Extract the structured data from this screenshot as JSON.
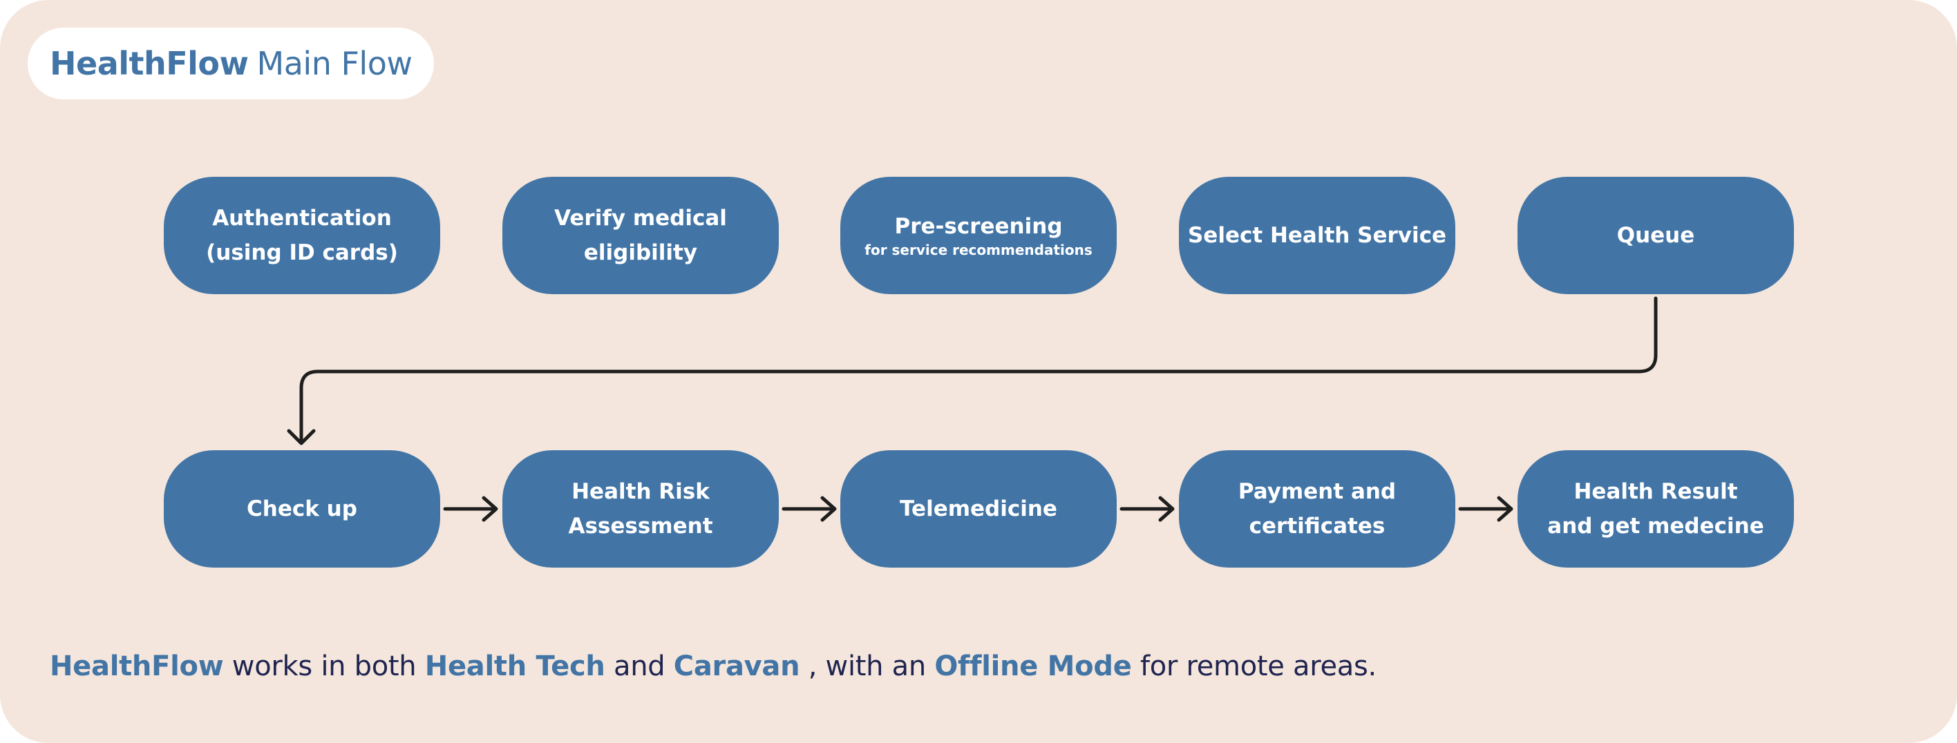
{
  "title": {
    "brand": "HealthFlow",
    "rest": "Main Flow"
  },
  "flow": {
    "row1": [
      {
        "lines": [
          "Authentication",
          "(using ID cards)"
        ]
      },
      {
        "lines": [
          "Verify medical",
          "eligibility"
        ]
      },
      {
        "lines": [
          "Pre-screening"
        ],
        "sub": "for service recommendations"
      },
      {
        "lines": [
          "Select Health Service"
        ]
      },
      {
        "lines": [
          "Queue"
        ]
      }
    ],
    "row2": [
      {
        "lines": [
          "Check up"
        ]
      },
      {
        "lines": [
          "Health Risk",
          "Assessment"
        ]
      },
      {
        "lines": [
          "Telemedicine"
        ]
      },
      {
        "lines": [
          "Payment and",
          "certificates"
        ]
      },
      {
        "lines": [
          "Health Result",
          "and get medecine"
        ]
      }
    ]
  },
  "footer": {
    "brand": "HealthFlow",
    "t1": " works in both ",
    "tech": "Health Tech",
    "t2": " and ",
    "caravan": "Caravan",
    "t3": " , with an ",
    "offline": "Offline Mode",
    "t4": " for remote areas."
  },
  "colors": {
    "background": "#f4e6dc",
    "node": "#4275a6",
    "node_text": "#ffffff",
    "accent": "#4275a6",
    "body_text": "#1f2450",
    "arrow": "#1e1e1e"
  }
}
